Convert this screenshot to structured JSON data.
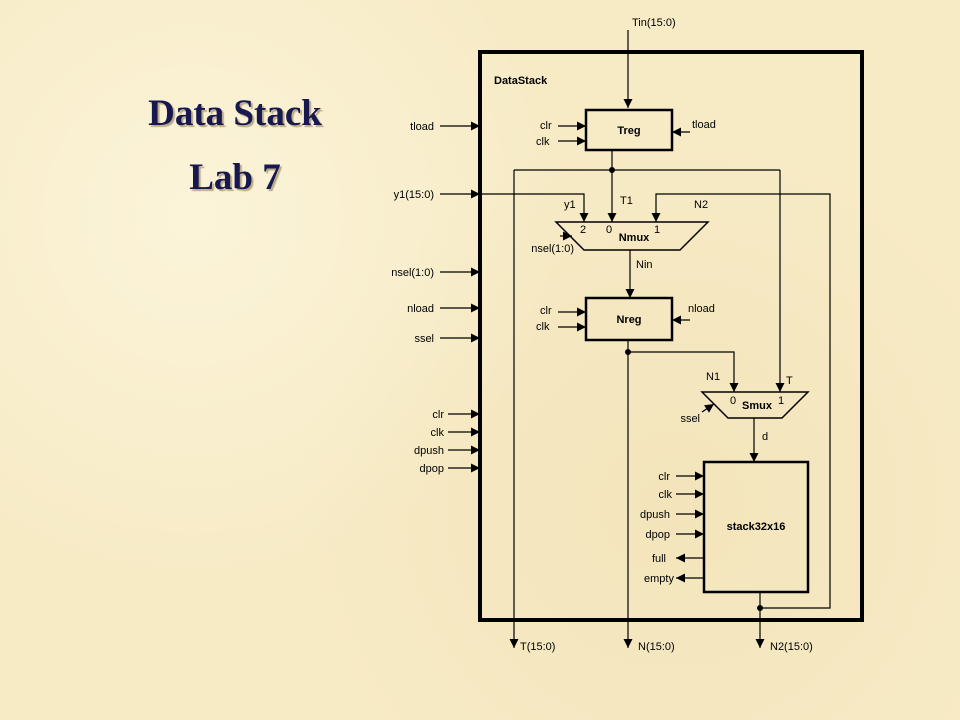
{
  "title": {
    "line1": "Data Stack",
    "line2": "Lab 7"
  },
  "diagram": {
    "module_name": "DataStack",
    "blocks": {
      "treg": "Treg",
      "nreg": "Nreg",
      "nmux": "Nmux",
      "smux": "Smux",
      "stack": "stack32x16"
    },
    "inputs": {
      "tin": "Tin(15:0)",
      "tload": "tload",
      "y1": "y1(15:0)",
      "nsel": "nsel(1:0)",
      "nload": "nload",
      "ssel": "ssel",
      "clr": "clr",
      "clk": "clk",
      "dpush": "dpush",
      "dpop": "dpop"
    },
    "outputs": {
      "t": "T(15:0)",
      "n": "N(15:0)",
      "n2": "N2(15:0)"
    },
    "internal": {
      "treg_clr": "clr",
      "treg_clk": "clk",
      "treg_tload": "tload",
      "y1": "y1",
      "t1": "T1",
      "n2": "N2",
      "nmux_in2": "2",
      "nmux_in0": "0",
      "nmux_in1": "1",
      "nmux_sel": "nsel(1:0)",
      "nin": "Nin",
      "nreg_clr": "clr",
      "nreg_clk": "clk",
      "nreg_nload": "nload",
      "n1": "N1",
      "t": "T",
      "smux_in0": "0",
      "smux_in1": "1",
      "smux_sel": "ssel",
      "d": "d",
      "stack_clr": "clr",
      "stack_clk": "clk",
      "stack_dpush": "dpush",
      "stack_dpop": "dpop",
      "stack_full": "full",
      "stack_empty": "empty"
    }
  }
}
